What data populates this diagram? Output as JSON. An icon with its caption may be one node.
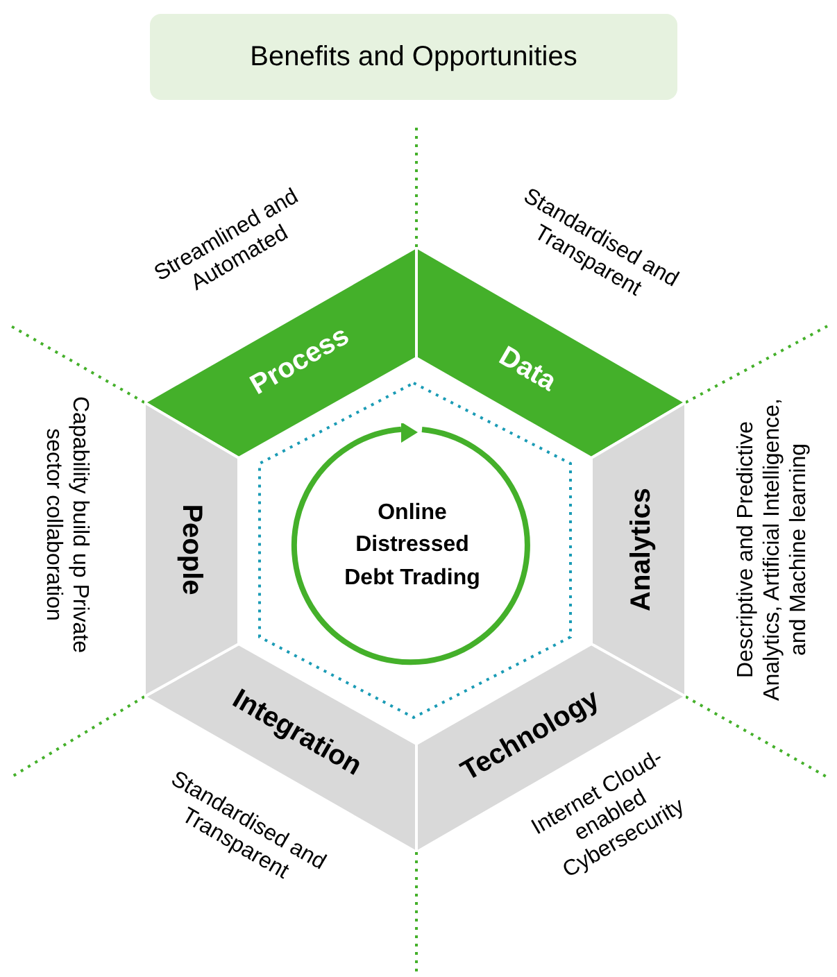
{
  "diagram": {
    "nodes": [
      {
        "text": [
          "Benefits and Opportunities"
        ]
      },
      {
        "text": [
          "Online Distressed Debt Trading"
        ]
      },
      {
        "text": [
          "Process"
        ],
        "beside": [
          "Streamlined and Automated"
        ]
      },
      {
        "text": [
          "Data"
        ],
        "beside": [
          "Standardised and Transparent"
        ]
      },
      {
        "text": [
          "Analytics"
        ],
        "beside": [
          "Descriptive and Predictive Analytics, Artificial Intelligence, and Machine learning"
        ]
      },
      {
        "text": [
          "Technology"
        ],
        "beside": [
          "Internet Cloud-enabled Cybersecurity"
        ]
      },
      {
        "text": [
          "Integration"
        ],
        "beside": [
          "Standardised and Transparent"
        ]
      },
      {
        "text": [
          "People"
        ],
        "beside": [
          "Capability build up Private sector collaboration"
        ]
      }
    ],
    "edges": []
  }
}
